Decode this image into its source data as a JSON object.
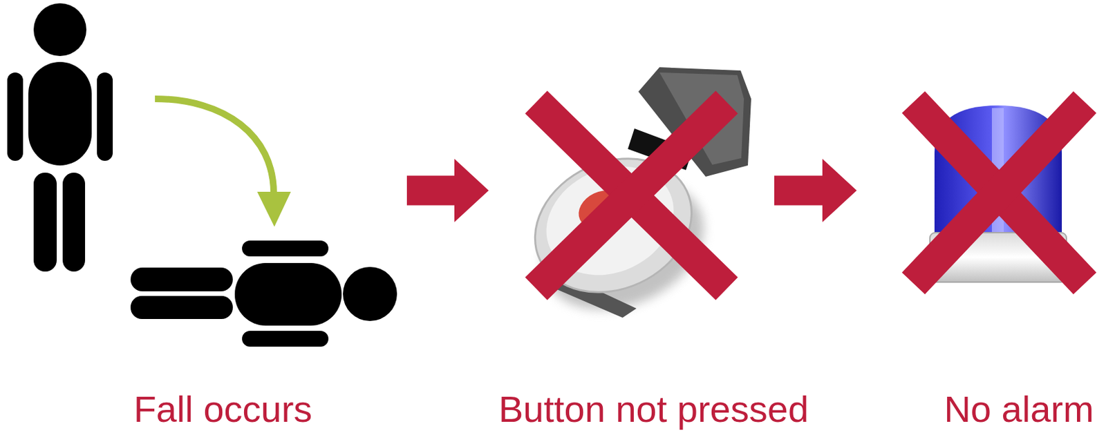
{
  "diagram": {
    "nodes": [
      {
        "text": [
          "Fall occurs"
        ]
      },
      {
        "text": [
          "Button not pressed"
        ]
      },
      {
        "text": [
          "No alarm"
        ]
      }
    ],
    "edges": [
      {
        "from": 0,
        "to": 1,
        "arrow": "to"
      },
      {
        "from": 1,
        "to": 2,
        "arrow": "to"
      }
    ]
  }
}
